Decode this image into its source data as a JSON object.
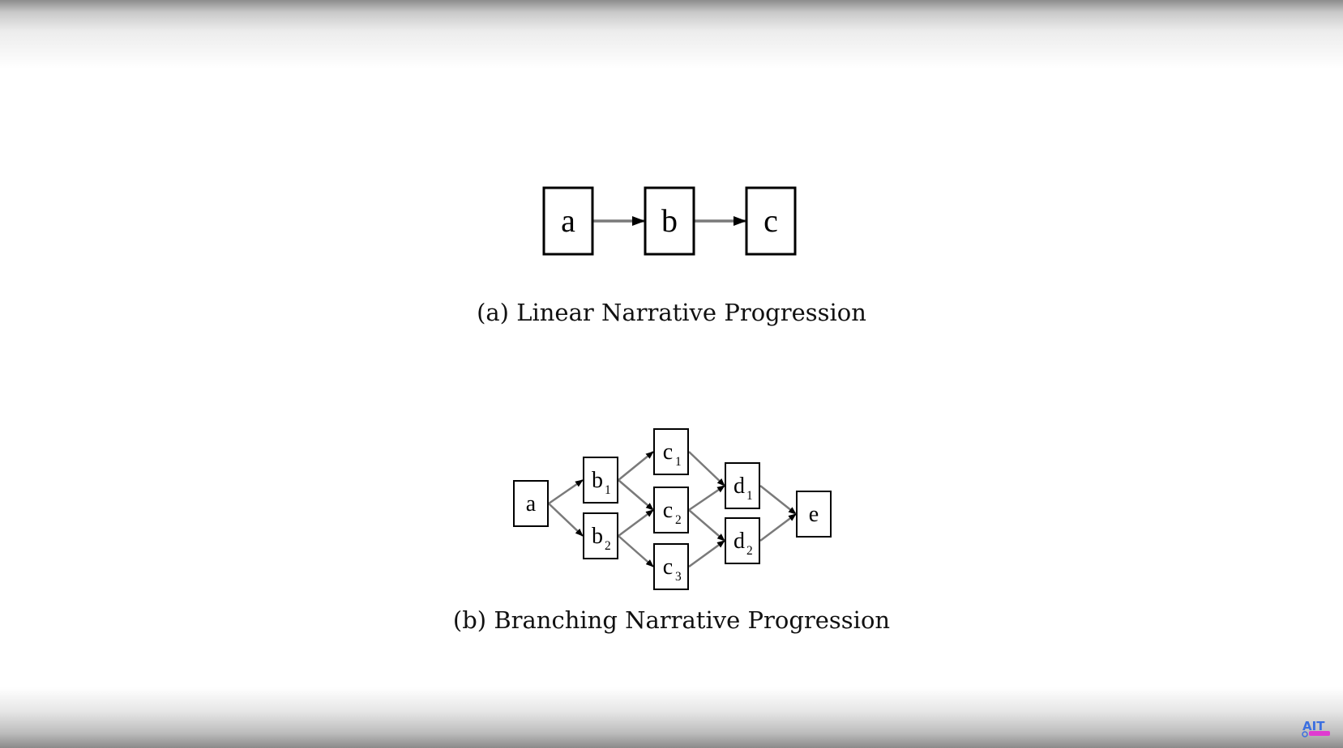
{
  "linear": {
    "caption": "(a) Linear Narrative Progression",
    "nodes": [
      {
        "id": "a",
        "label": "a",
        "sub": ""
      },
      {
        "id": "b",
        "label": "b",
        "sub": ""
      },
      {
        "id": "c",
        "label": "c",
        "sub": ""
      }
    ],
    "edges": [
      [
        "a",
        "b"
      ],
      [
        "b",
        "c"
      ]
    ]
  },
  "branching": {
    "caption": "(b) Branching Narrative Progression",
    "nodes": [
      {
        "id": "a",
        "label": "a",
        "sub": ""
      },
      {
        "id": "b1",
        "label": "b",
        "sub": "1"
      },
      {
        "id": "b2",
        "label": "b",
        "sub": "2"
      },
      {
        "id": "c1",
        "label": "c",
        "sub": "1"
      },
      {
        "id": "c2",
        "label": "c",
        "sub": "2"
      },
      {
        "id": "c3",
        "label": "c",
        "sub": "3"
      },
      {
        "id": "d1",
        "label": "d",
        "sub": "1"
      },
      {
        "id": "d2",
        "label": "d",
        "sub": "2"
      },
      {
        "id": "e",
        "label": "e",
        "sub": ""
      }
    ],
    "edges": [
      [
        "a",
        "b1"
      ],
      [
        "a",
        "b2"
      ],
      [
        "b1",
        "c1"
      ],
      [
        "b1",
        "c2"
      ],
      [
        "b2",
        "c2"
      ],
      [
        "b2",
        "c3"
      ],
      [
        "c1",
        "d1"
      ],
      [
        "c2",
        "d1"
      ],
      [
        "c2",
        "d2"
      ],
      [
        "c3",
        "d2"
      ],
      [
        "d1",
        "e"
      ],
      [
        "d2",
        "e"
      ]
    ]
  },
  "logo": {
    "icon": "channel-logo-icon",
    "color_primary": "#3b6fe0",
    "color_secondary": "#e03bd0"
  }
}
